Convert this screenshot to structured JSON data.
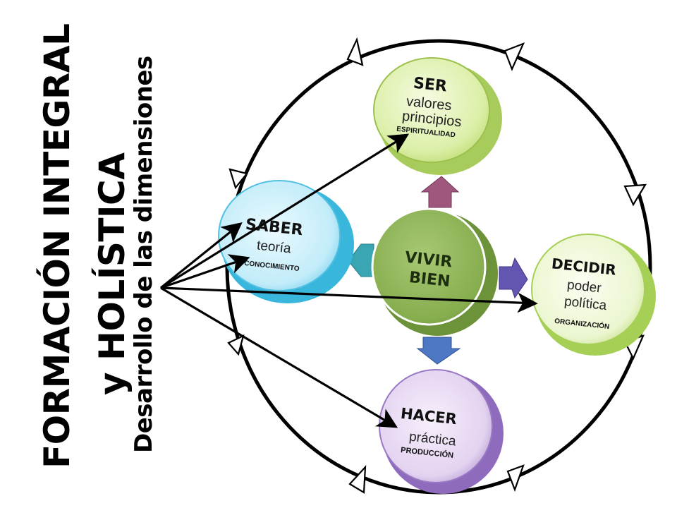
{
  "title": {
    "line1": "FORMACIÓN INTEGRAL",
    "line2": "y  HOLÍSTICA",
    "line3": "Desarrollo de las dimensiones"
  },
  "center": {
    "line1": "VIVIR",
    "line2": "BIEN"
  },
  "nodes": {
    "ser": {
      "title": "SER",
      "line1": "valores",
      "line2": "principios",
      "caption": "ESPIRITUALIDAD"
    },
    "saber": {
      "title": "SABER",
      "line1": "teoría",
      "caption": "CONOCIMIENTO"
    },
    "decidir": {
      "title": "DECIDIR",
      "line1": "poder",
      "line2": "política",
      "caption": "ORGANIZACIÓN"
    },
    "hacer": {
      "title": "HACER",
      "line1": "práctica",
      "caption": "PRODUCCIÓN"
    }
  },
  "colors": {
    "ser": "#dff0b0",
    "saber": "#c6effa",
    "decidir": "#ecf7d2",
    "hacer": "#e5d6f2",
    "center": "#8db356",
    "arrow_up": "#a0577d",
    "arrow_left": "#3aa6b4",
    "arrow_right": "#6256b0",
    "arrow_down": "#4e78c4"
  }
}
